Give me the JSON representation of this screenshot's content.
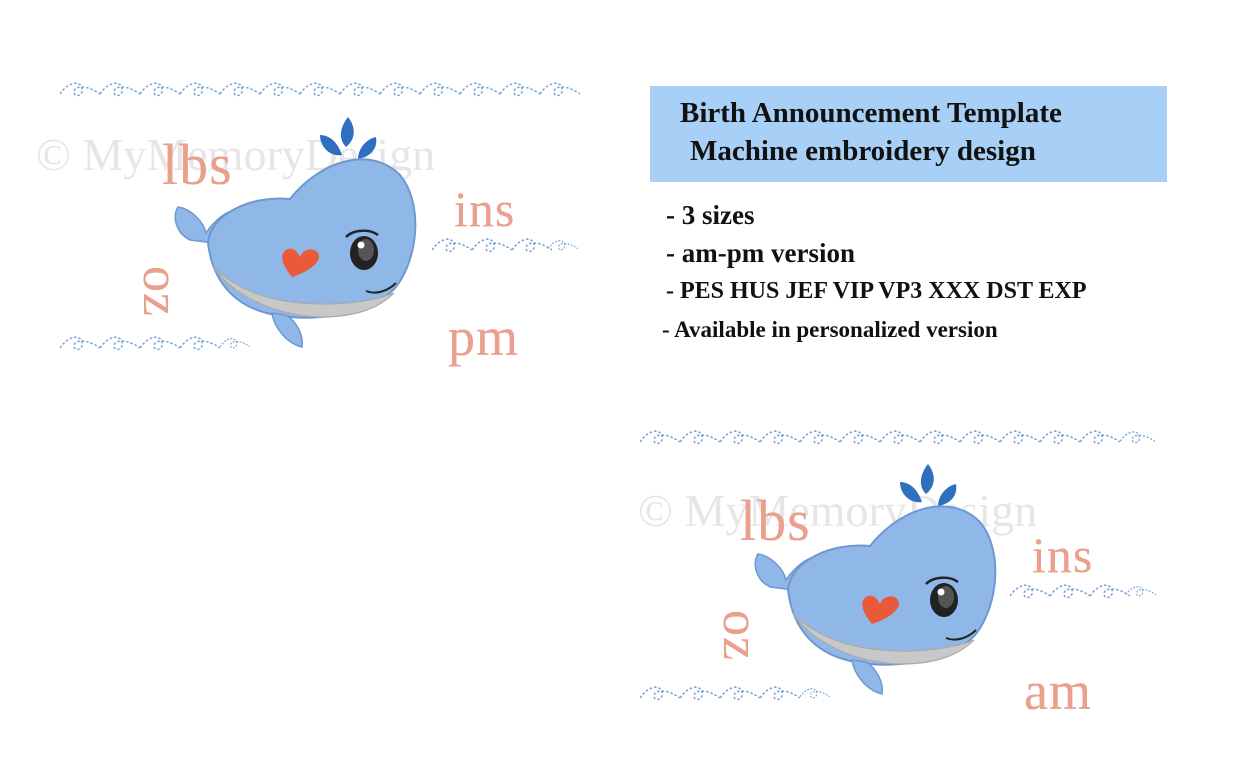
{
  "colors": {
    "banner": "#a8cff5",
    "label": "#e9a08c",
    "whale_body": "#8fb7e8",
    "whale_belly": "#c8c8c8",
    "spout": "#2f6fbf",
    "heart": "#ea5a3a",
    "wave": "#7da8d9"
  },
  "info": {
    "title": "Birth Announcement Template",
    "subtitle": "Machine embroidery design",
    "features": [
      "- 3 sizes",
      "- am-pm version",
      "- PES HUS JEF VIP VP3 XXX DST EXP",
      "- Available in personalized version"
    ]
  },
  "designs": [
    {
      "watermark": "© MyMemoryDesign",
      "labels": {
        "weight_lbs": "lbs",
        "weight_oz": "oz",
        "length": "ins",
        "time": "pm"
      },
      "icon": "whale-icon"
    },
    {
      "watermark": "© MyMemoryDesign",
      "labels": {
        "weight_lbs": "lbs",
        "weight_oz": "oz",
        "length": "ins",
        "time": "am"
      },
      "icon": "whale-icon"
    }
  ]
}
